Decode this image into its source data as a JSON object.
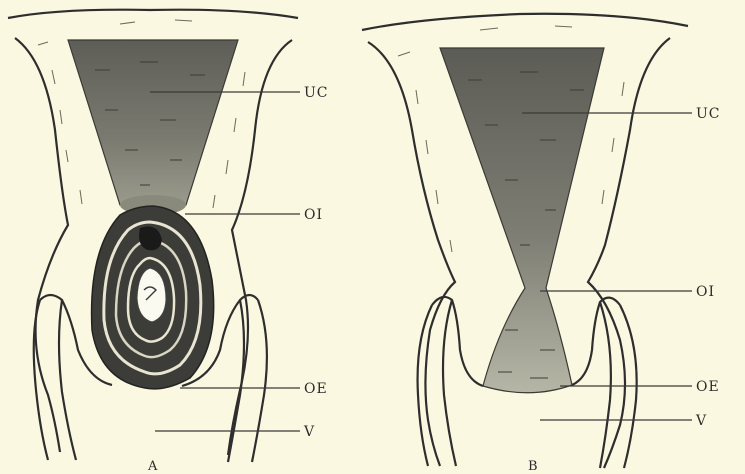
{
  "panels": [
    {
      "id": "A",
      "caption": "A",
      "labels": {
        "uc": "UC",
        "oi": "OI",
        "oe": "OE",
        "v": "V"
      }
    },
    {
      "id": "B",
      "caption": "B",
      "labels": {
        "uc": "UC",
        "oi": "OI",
        "oe": "OE",
        "v": "V"
      }
    }
  ],
  "colors": {
    "background": "#fbf8e1",
    "cavity_dark": "#5e5e58",
    "cavity_light": "#a8a89a",
    "ink": "#2e2e2e"
  }
}
